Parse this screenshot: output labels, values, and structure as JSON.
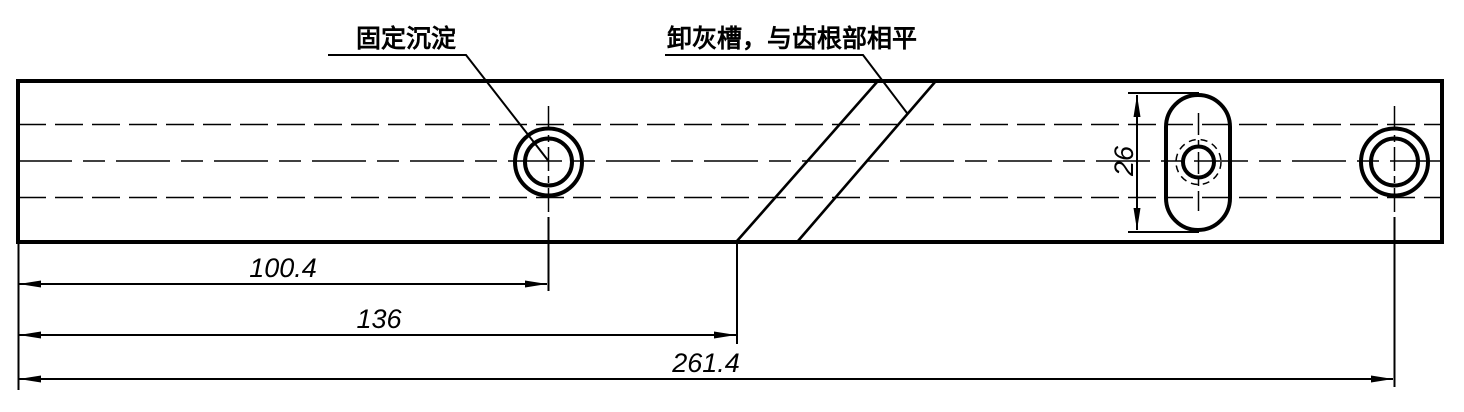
{
  "drawing": {
    "background_color": "#ffffff",
    "line_color": "#000000",
    "callouts": {
      "left": "固定沉淀",
      "right": "卸灰槽，与齿根部相平"
    },
    "dimensions": {
      "hole1_offset": "100.4",
      "groove_offset": "136",
      "hole2_offset": "261.4",
      "slot_height": "26"
    }
  }
}
